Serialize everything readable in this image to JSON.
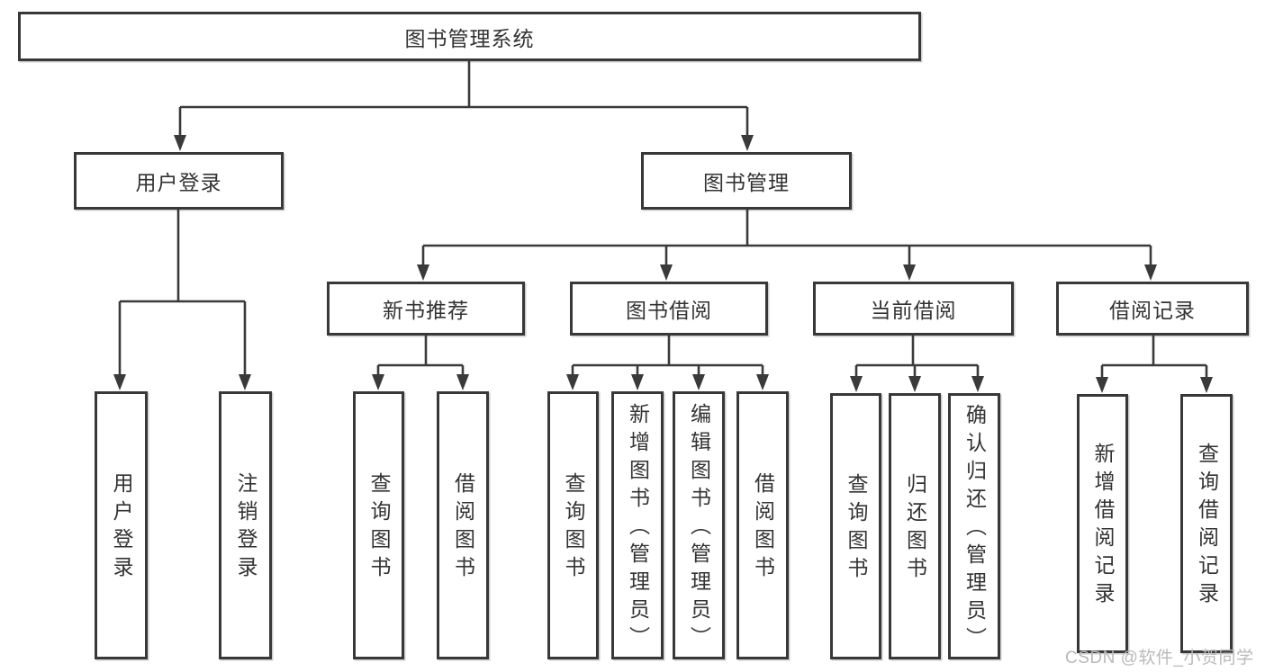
{
  "diagram": {
    "type": "hierarchy-flowchart",
    "title": "图书管理系统",
    "colors": {
      "line": "#3a3a3a",
      "box_border": "#383838",
      "box_fill": "#ffffff",
      "text": "#333333",
      "watermark": "#b9b9b9",
      "background": "#ffffff"
    },
    "tree": {
      "label": "图书管理系统",
      "children": [
        {
          "label": "用户登录",
          "children": [
            {
              "label": "用户登录"
            },
            {
              "label": "注销登录"
            }
          ]
        },
        {
          "label": "图书管理",
          "children": [
            {
              "label": "新书推荐",
              "children": [
                {
                  "label": "查询图书"
                },
                {
                  "label": "借阅图书"
                }
              ]
            },
            {
              "label": "图书借阅",
              "children": [
                {
                  "label": "查询图书"
                },
                {
                  "label": "新增图书（管理员）"
                },
                {
                  "label": "编辑图书（管理员）"
                },
                {
                  "label": "借阅图书"
                }
              ]
            },
            {
              "label": "当前借阅",
              "children": [
                {
                  "label": "查询图书"
                },
                {
                  "label": "归还图书"
                },
                {
                  "label": "确认归还（管理员）"
                }
              ]
            },
            {
              "label": "借阅记录",
              "children": [
                {
                  "label": "新增借阅记录"
                },
                {
                  "label": "查询借阅记录"
                }
              ]
            }
          ]
        }
      ]
    },
    "watermark": "CSDN @软件_小贺同学"
  }
}
